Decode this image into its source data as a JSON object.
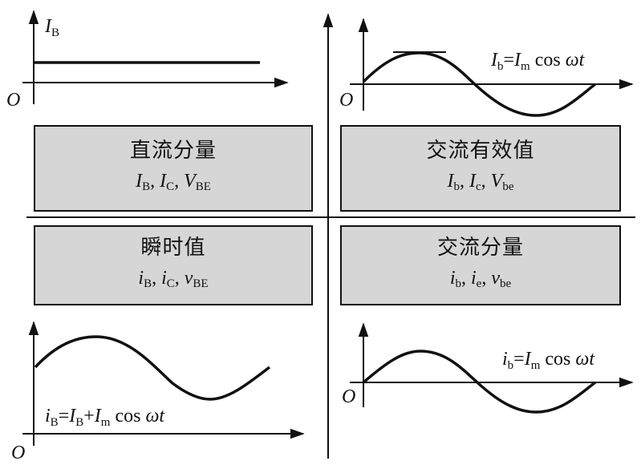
{
  "quadrants": {
    "top_left": {
      "axis_label": "I",
      "axis_label_sub": "B",
      "origin": "O",
      "box_title": "直流分量",
      "box_vars": [
        {
          "sym": "I",
          "sub": "B"
        },
        {
          "sym": "I",
          "sub": "C"
        },
        {
          "sym": "V",
          "sub": "BE"
        }
      ]
    },
    "top_right": {
      "equation": {
        "lhs": "I",
        "lhs_sub": "b",
        "eq": "=",
        "rhs": "I",
        "rhs_sub": "m",
        "tail": " cos ",
        "omega": "ωt"
      },
      "origin": "O",
      "box_title": "交流有效值",
      "box_vars": [
        {
          "sym": "I",
          "sub": "b"
        },
        {
          "sym": "I",
          "sub": "c"
        },
        {
          "sym": "V",
          "sub": "be"
        }
      ]
    },
    "bottom_left": {
      "box_title": "瞬时值",
      "box_vars": [
        {
          "sym": "i",
          "sub": "B"
        },
        {
          "sym": "i",
          "sub": "C"
        },
        {
          "sym": "v",
          "sub": "BE"
        }
      ],
      "equation": {
        "lhs": "i",
        "lhs_sub": "B",
        "eq": "=",
        "a": "I",
        "a_sub": "B",
        "plus": "+",
        "b": "I",
        "b_sub": "m",
        "tail": " cos ",
        "omega": "ωt"
      },
      "origin": "O"
    },
    "bottom_right": {
      "box_title": "交流分量",
      "box_vars": [
        {
          "sym": "i",
          "sub": "b"
        },
        {
          "sym": "i",
          "sub": "e"
        },
        {
          "sym": "v",
          "sub": "be"
        }
      ],
      "equation": {
        "lhs": "i",
        "lhs_sub": "b",
        "eq": "=",
        "rhs": "I",
        "rhs_sub": "m",
        "tail": " cos ",
        "omega": "ωt"
      },
      "origin": "O"
    }
  },
  "colors": {
    "line": "#111111",
    "box_fill": "#d6d6d6"
  }
}
